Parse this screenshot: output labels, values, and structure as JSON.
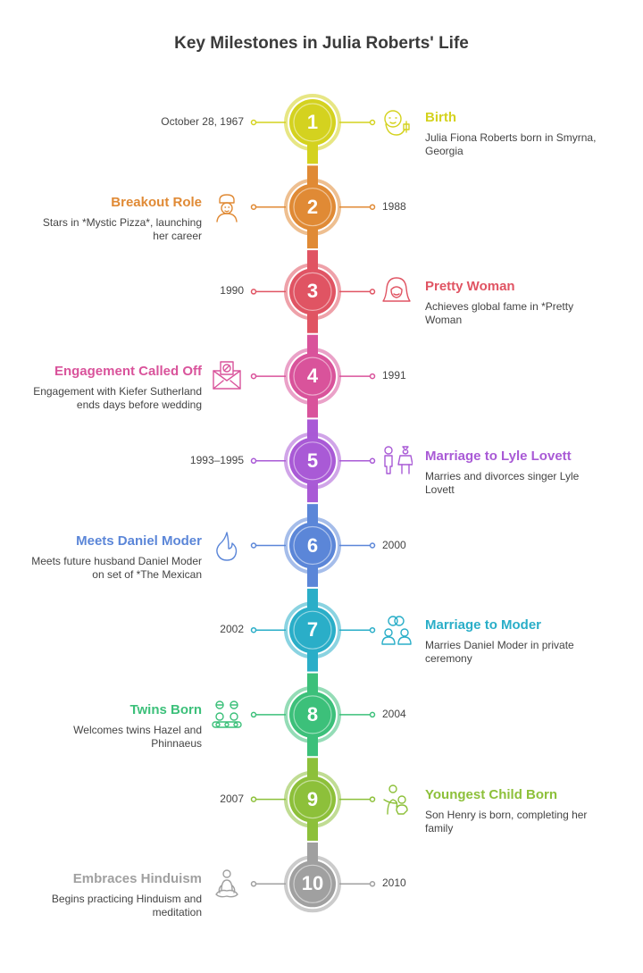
{
  "title": "Key Milestones in Julia Roberts' Life",
  "milestones": [
    {
      "number": "1",
      "side": "right",
      "date": "October 28, 1967",
      "heading": "Birth",
      "description": "Julia Fiona Roberts born in Smyrna, Georgia",
      "color": "#d4d21f",
      "icon": "baby-icon"
    },
    {
      "number": "2",
      "side": "left",
      "date": "1988",
      "heading": "Breakout Role",
      "description": "Stars in *Mystic Pizza*, launching her career",
      "color": "#e08a35",
      "icon": "chef-icon"
    },
    {
      "number": "3",
      "side": "right",
      "date": "1990",
      "heading": "Pretty Woman",
      "description": "Achieves global fame in *Pretty Woman",
      "color": "#e05463",
      "icon": "woman-icon"
    },
    {
      "number": "4",
      "side": "left",
      "date": "1991",
      "heading": "Engagement Called Off",
      "description": "Engagement with Kiefer Sutherland ends days before wedding",
      "color": "#d9539b",
      "icon": "cancelled-letter-icon"
    },
    {
      "number": "5",
      "side": "right",
      "date": "1993–1995",
      "heading": "Marriage to Lyle Lovett",
      "description": "Marries and divorces singer Lyle Lovett",
      "color": "#a95ad6",
      "icon": "couple-icon"
    },
    {
      "number": "6",
      "side": "left",
      "date": "2000",
      "heading": "Meets Daniel Moder",
      "description": "Meets future husband Daniel Moder on set of *The Mexican",
      "color": "#5b86d8",
      "icon": "flame-icon"
    },
    {
      "number": "7",
      "side": "right",
      "date": "2002",
      "heading": "Marriage to Moder",
      "description": "Marries Daniel Moder in private ceremony",
      "color": "#2aaec8",
      "icon": "wedding-rings-icon"
    },
    {
      "number": "8",
      "side": "left",
      "date": "2004",
      "heading": "Twins Born",
      "description": "Welcomes twins Hazel and Phinnaeus",
      "color": "#3cc07a",
      "icon": "twins-icon"
    },
    {
      "number": "9",
      "side": "right",
      "date": "2007",
      "heading": "Youngest Child Born",
      "description": "Son Henry is born, completing her family",
      "color": "#8dc03a",
      "icon": "parent-child-icon"
    },
    {
      "number": "10",
      "side": "left",
      "date": "2010",
      "heading": "Embraces Hinduism",
      "description": "Begins practicing Hinduism and meditation",
      "color": "#a0a0a0",
      "icon": "meditation-icon"
    }
  ]
}
